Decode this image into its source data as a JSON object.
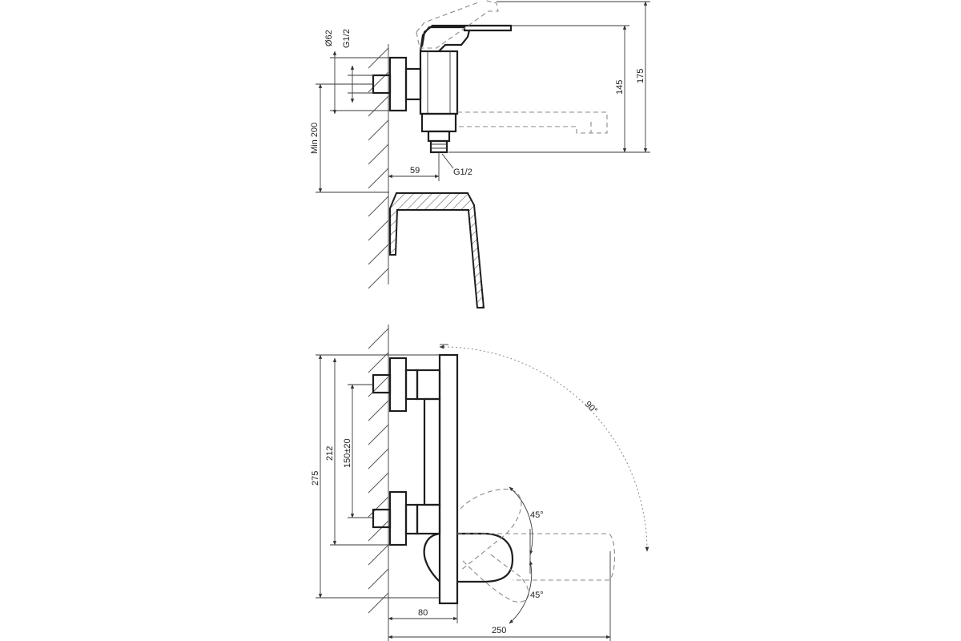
{
  "top_view": {
    "dim_diameter": "Ø62",
    "dim_thread_inlet": "G1/2",
    "dim_min_height": "Min 200",
    "dim_offset": "59",
    "dim_thread_outlet": "G1/2",
    "dim_spout_height": "145",
    "dim_total_height": "175"
  },
  "front_view": {
    "dim_total_height": "275",
    "dim_body_height": "212",
    "dim_inlet_spacing": "150±20",
    "dim_swing_angle": "90°",
    "dim_lever_angle_up": "45°",
    "dim_lever_angle_down": "45°",
    "dim_depth": "80",
    "dim_reach": "250"
  }
}
